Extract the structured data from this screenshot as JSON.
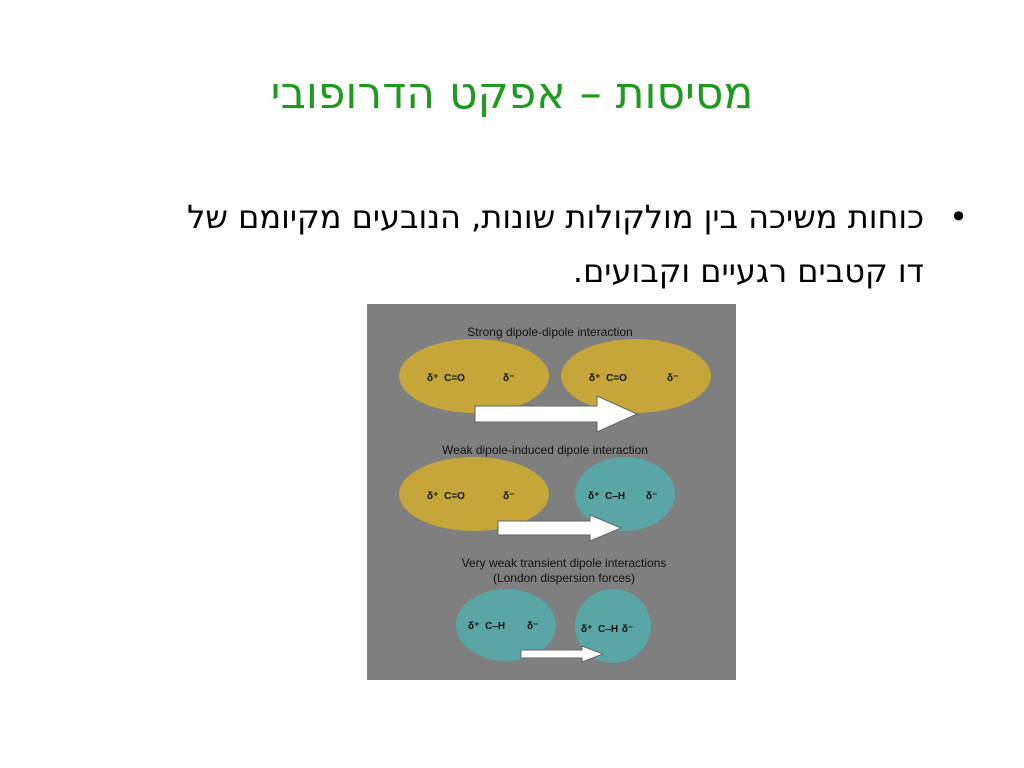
{
  "slide": {
    "title": "מסיסות – אפקט הדרופובי",
    "bullets": [
      {
        "marker": "•",
        "text": "כוחות משיכה בין מולקולות שונות, הנובעים מקיומם של דו קטבים רגעיים וקבועים."
      }
    ]
  },
  "figure": {
    "background_color": "#7f7f7f",
    "colors": {
      "polar_molecule": "#c4a63a",
      "nonpolar_molecule": "#5aa6a6",
      "arrow": "#ffffff"
    },
    "sections": [
      {
        "heading": "Strong dipole-dipole interaction",
        "left_molecule": {
          "type": "polar",
          "partial_positive": "δ⁺",
          "bond": "C=O",
          "partial_negative": "δ⁻"
        },
        "right_molecule": {
          "type": "polar",
          "partial_positive": "δ⁺",
          "bond": "C=O",
          "partial_negative": "δ⁻"
        }
      },
      {
        "heading": "Weak dipole-induced dipole interaction",
        "left_molecule": {
          "type": "polar",
          "partial_positive": "δ⁺",
          "bond": "C=O",
          "partial_negative": "δ⁻"
        },
        "right_molecule": {
          "type": "nonpolar",
          "partial_positive": "δ⁺",
          "bond": "C–H",
          "partial_negative": "δ⁻"
        }
      },
      {
        "heading_line1": "Very weak transient dipole interactions",
        "heading_line2": "(London dispersion forces)",
        "left_molecule": {
          "type": "nonpolar",
          "partial_positive": "δ⁺",
          "bond": "C–H",
          "partial_negative": "δ⁻"
        },
        "right_molecule": {
          "type": "nonpolar",
          "partial_positive": "δ⁺",
          "bond": "C–H",
          "partial_negative": "δ⁻"
        }
      }
    ]
  }
}
